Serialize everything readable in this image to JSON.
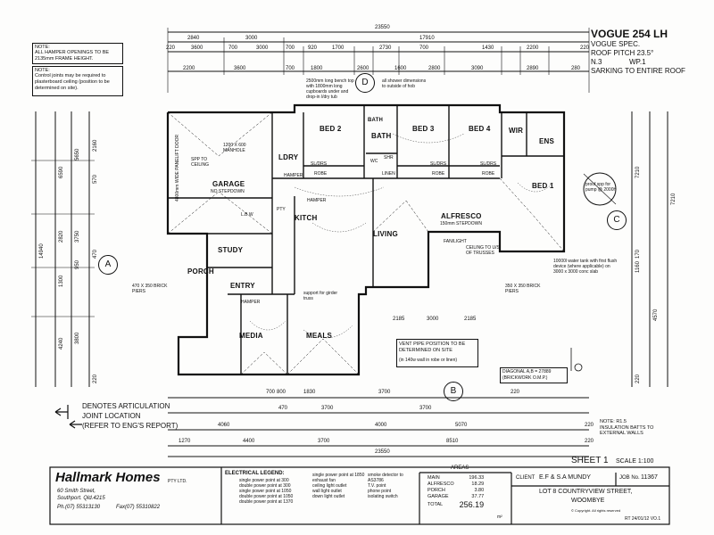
{
  "title": {
    "model": "VOGUE 254 LH",
    "spec": "VOGUE SPEC.",
    "roof_pitch": "ROOF PITCH 23.5°",
    "n": "N.3",
    "wp": "WP.1",
    "sarking": "SARKING TO ENTIRE ROOF"
  },
  "notes": {
    "note1_head": "NOTE:",
    "note1": "ALL HAMPER OPENINGS TO BE 2135mm FRAME HEIGHT.",
    "note2_head": "NOTE:",
    "note2": "Control joints may be required to plasterboard ceiling (position to be determined on site).",
    "vent_pipe": "VENT PIPE POSITION TO BE DETERMINED ON SITE",
    "vent_pipe_sub": "(in 140w wall in robe or linen)",
    "insulation": "NOTE: R1.5 INSULATION BATTS TO EXTERNAL WALLS",
    "diagonal": "DIAGONAL A,B = 27889",
    "diagonal_sub": "(BRICKWORK O.M.P.)",
    "articulation_1": "DENOTES ARTICULATION",
    "articulation_2": "JOINT LOCATION",
    "articulation_3": "(REFER TO ENG'S REPORT)",
    "water_tank": "10000l water tank with first flush device (where applicable) on 3000 x 3000 conc slab",
    "pump": "proof spp for pump @ 2000h",
    "brick_piers_1": "470 X 350 BRICK PIERS",
    "brick_piers_2": "350 X 350 BRICK PIERS",
    "bench_top": "2500mm long bench top with 1800mm long cupboards under and drop-in l/dry tub",
    "shower_dims": "all shower dimensions to outside of hob",
    "spp_ceiling": "SPP TO CEILING",
    "manhole": "1200 X 600 MANHOLE",
    "no_step_garage": "NO STEPDOWN",
    "alfresco_step": "150mm STEPDOWN",
    "ceiling_trusses": "CEILING TO U/S OF TRUSSES",
    "support_girder": "support for girder truss",
    "fan_light": "FAN/LIGHT",
    "garage_door": "4800mm WIDE PANELIFT DOOR"
  },
  "rooms": {
    "d": "D",
    "a": "A",
    "b": "B",
    "c": "C",
    "bed2": "BED 2",
    "bath": "BATH",
    "bed3": "BED 3",
    "bed4": "BED 4",
    "wir": "WIR",
    "ens": "ENS",
    "bed1": "BED 1",
    "ldry": "LDRY",
    "garage": "GARAGE",
    "study": "STUDY",
    "kitch": "KITCH",
    "living": "LIVING",
    "alfresco": "ALFRESCO",
    "porch": "PORCH",
    "entry": "ENTRY",
    "media": "MEDIA",
    "meals": "MEALS",
    "linen": "LINEN",
    "robe": "ROBE",
    "sl_drs": "SL/DRS",
    "hamper": "HAMPER",
    "pty": "PTY",
    "shr": "SHR",
    "wc": "WC",
    "lbw": "L.B.W"
  },
  "dims_top": {
    "overall": "23550",
    "r1": [
      "2840",
      "3000",
      "17910"
    ],
    "r2": [
      "220",
      "3600",
      "700",
      "3000",
      "700",
      "920",
      "1700",
      "2730",
      "700",
      "1430",
      "2200",
      "220"
    ],
    "r3": [
      "2200",
      "3600",
      "700",
      "1800",
      "2600",
      "1600",
      "2800",
      "3090",
      "2890",
      "280"
    ]
  },
  "dims_bottom": {
    "r1": [
      "700",
      "800",
      "1830",
      "3700",
      "220"
    ],
    "r2": [
      "470",
      "3700",
      "2185",
      "3000",
      "2185",
      "3700"
    ],
    "r3": [
      "4060",
      "4000",
      "5070",
      "220"
    ],
    "r4": [
      "1270",
      "4400",
      "3700",
      "8510",
      "220"
    ],
    "overall": "23550"
  },
  "dims_left": [
    "6590",
    "5650",
    "2160",
    "570",
    "14940",
    "2820",
    "3750",
    "470",
    "950",
    "1300",
    "4240",
    "3800",
    "220"
  ],
  "dims_right": [
    "7210",
    "7210",
    "170",
    "1160",
    "4570",
    "220"
  ],
  "legend": {
    "title": "ELECTRICAL LEGEND:",
    "items": [
      "single power point at 300",
      "double power point at 300",
      "single power point at 1050",
      "double power point at 1050",
      "double power point at 1370",
      "single power point at 1850",
      "exhaust fan",
      "ceiling light outlet",
      "wall light outlet",
      "down light outlet",
      "smoke detector to AS3786",
      "T.V. point",
      "phone point",
      "isolating switch"
    ]
  },
  "company": {
    "name": "Hallmark Homes",
    "pty": "PTY LTD.",
    "address_1": "60 Smith Street,",
    "address_2": "Southport. Qld.4215",
    "phone": "Ph.(07) 55313130",
    "fax": "Fax(07) 55310822"
  },
  "areas": {
    "heading": "AREAS",
    "rows": [
      {
        "label": "MAIN",
        "value": "196.33"
      },
      {
        "label": "ALFRESCO",
        "value": "18.29"
      },
      {
        "label": "PORCH",
        "value": "3.80"
      },
      {
        "label": "GARAGE",
        "value": "37.77"
      },
      {
        "label": "TOTAL",
        "value": "256.19"
      }
    ],
    "unit": "m²"
  },
  "client": {
    "label": "CLIENT",
    "line1": "E.F & S.A MUNDY",
    "line2": "LOT 8 COUNTRYVIEW STREET,",
    "line3": "WOOMBYE",
    "job_label": "JOB No.",
    "job_no": "11367",
    "copyright": "© Copyright. All rights reserved",
    "revision": "RT 24/01/12 VO.1"
  },
  "sheet": {
    "label": "SHEET 1",
    "scale": "SCALE 1:100"
  }
}
